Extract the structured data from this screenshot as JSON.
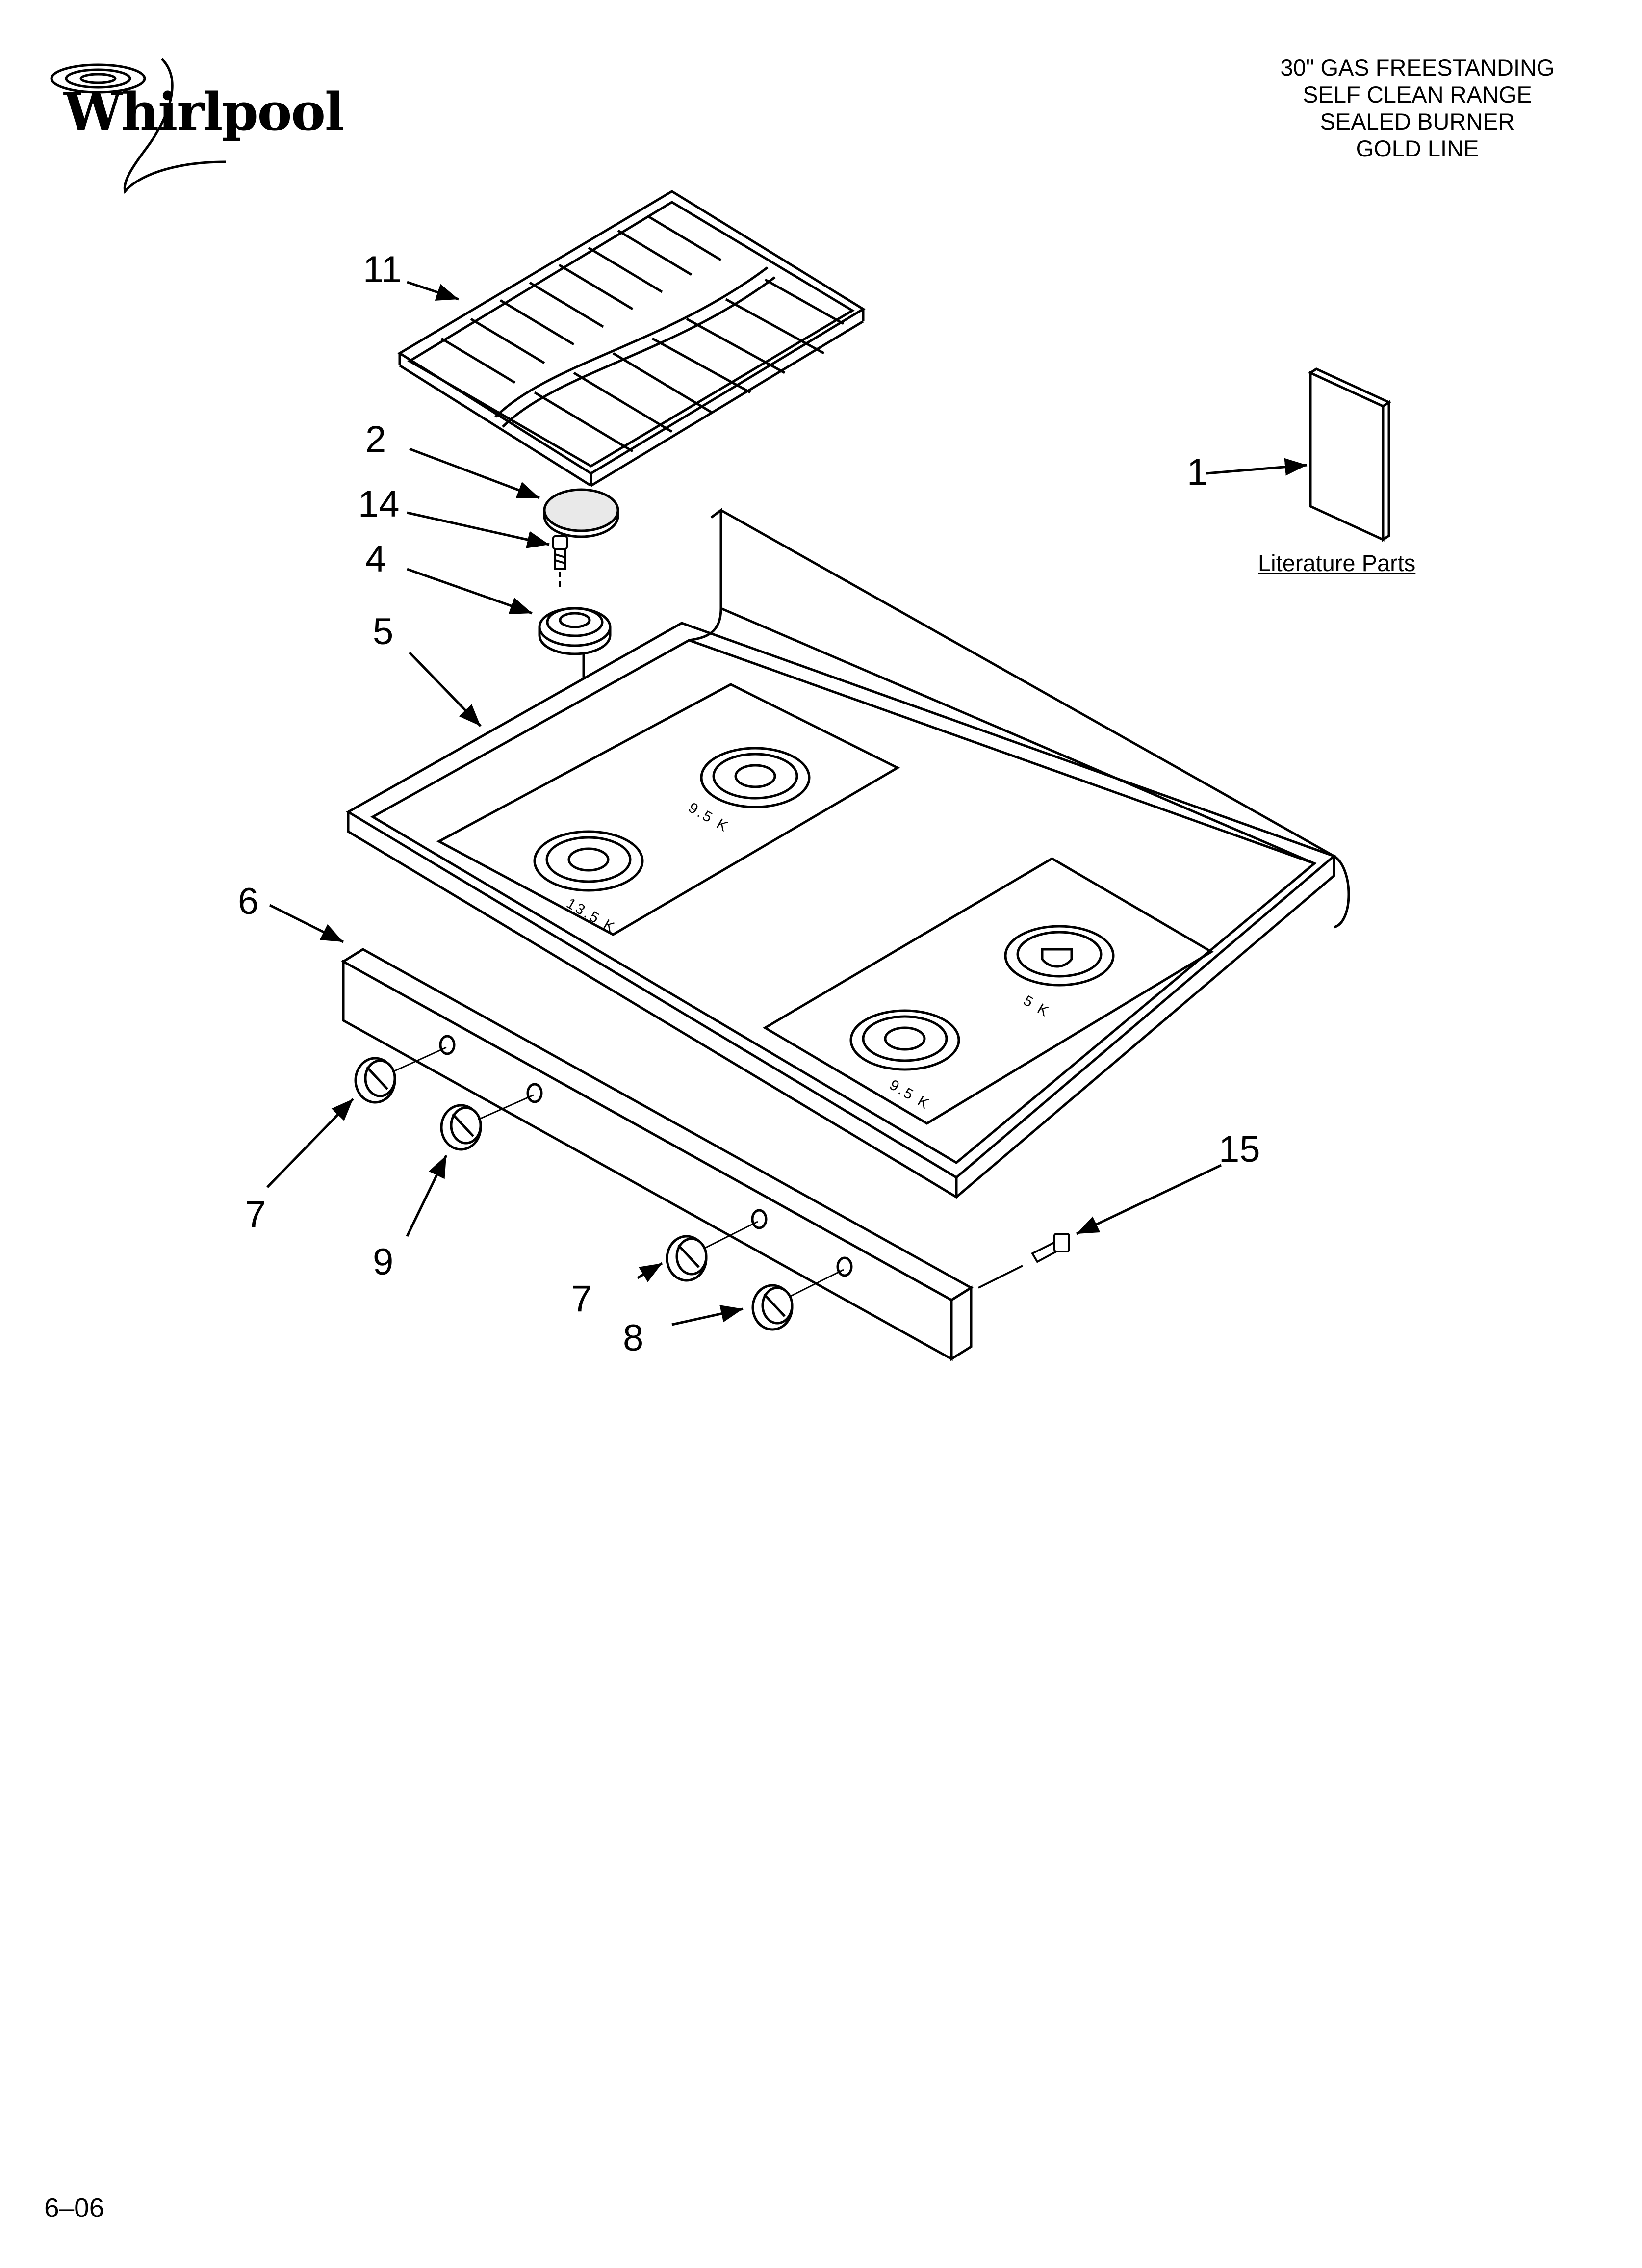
{
  "header": {
    "brand": "Whirlpool",
    "title_lines": [
      "30\" GAS FREESTANDING",
      "SELF CLEAN RANGE",
      "SEALED BURNER",
      "GOLD LINE"
    ]
  },
  "callouts": {
    "grate": "11",
    "burner_cap": "2",
    "screw_top": "14",
    "burner_base": "4",
    "cooktop": "5",
    "manifold_panel": "6",
    "knob_left_a": "7",
    "knob_left_b": "9",
    "knob_right_a": "7",
    "knob_right_b": "8",
    "side_screw": "15",
    "literature": "1"
  },
  "literature_label": "Literature Parts",
  "burner_ratings": {
    "front_left": "13.5 K",
    "rear_left": "9.5 K",
    "front_right": "9.5 K",
    "rear_right": "5 K"
  },
  "footer": {
    "page_code": "6–06"
  },
  "colors": {
    "ink": "#000000",
    "paper": "#ffffff",
    "cap_fill": "#e9e9e9"
  }
}
